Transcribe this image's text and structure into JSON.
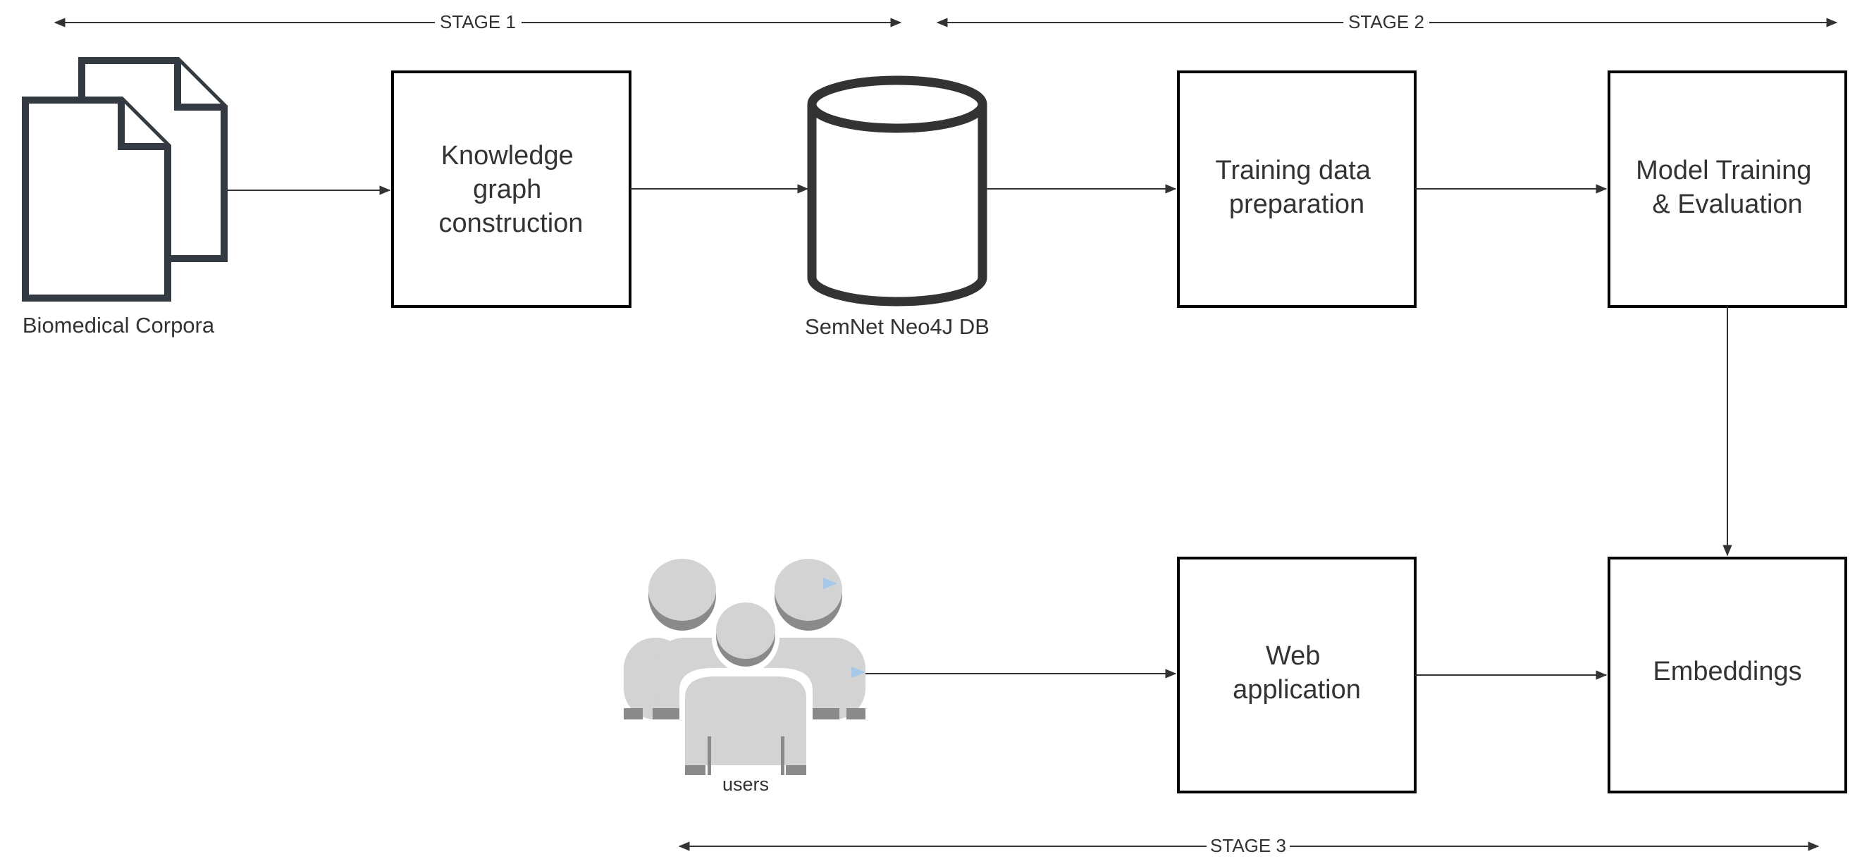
{
  "stages": {
    "stage1": "STAGE 1",
    "stage2": "STAGE 2",
    "stage3": "STAGE 3"
  },
  "nodes": {
    "corpora_label": "Biomedical Corpora",
    "kg_lines": [
      "Knowledge",
      "graph",
      "construction"
    ],
    "db_label": "SemNet  Neo4J DB",
    "training_lines": [
      "Training data",
      "preparation"
    ],
    "model_lines": [
      "Model Training",
      "& Evaluation"
    ],
    "embeddings_lines": [
      "Embeddings"
    ],
    "web_lines": [
      "Web",
      "application"
    ],
    "users_label": "users"
  },
  "colors": {
    "stroke": "#000000",
    "icon_dark": "#333a44",
    "text": "#333333",
    "user_fill": "#d3d3d3",
    "user_shadow": "#8a8a8a"
  },
  "icons": {
    "corpora": "documents-icon",
    "db": "database-cylinder-icon",
    "users": "users-group-icon"
  }
}
